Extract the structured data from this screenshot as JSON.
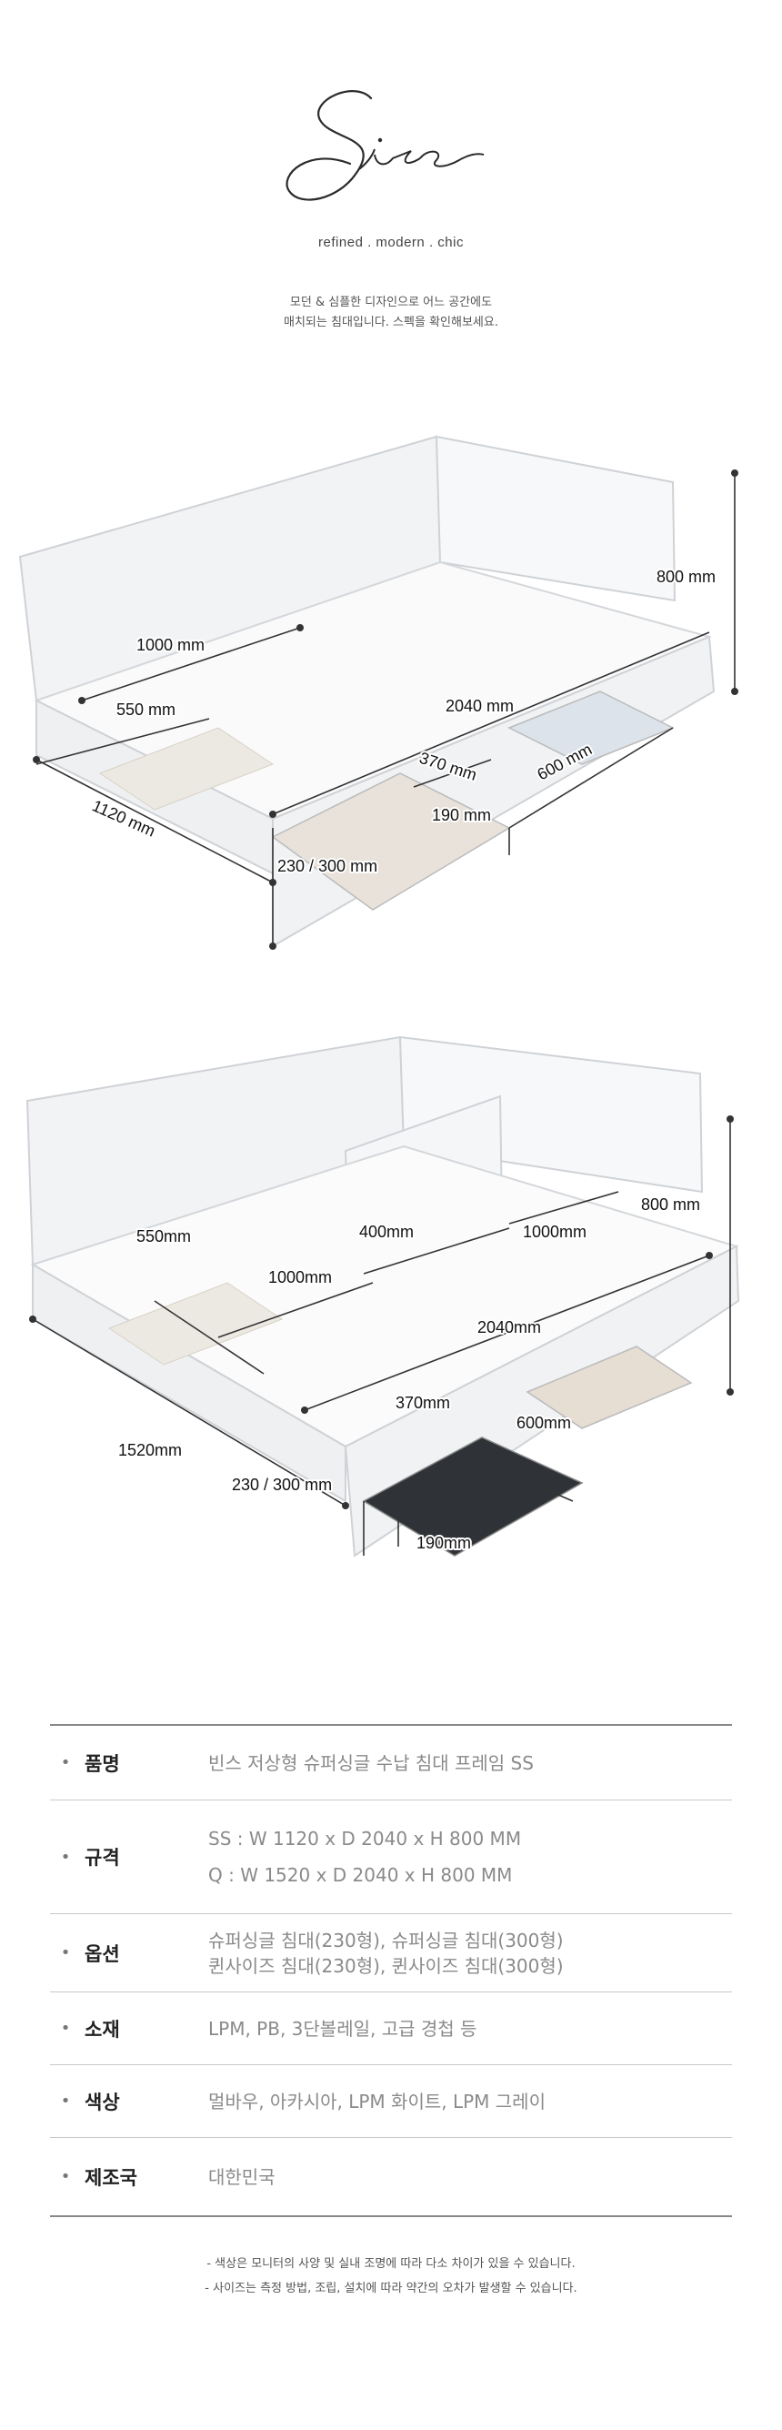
{
  "header": {
    "script_title": "Size",
    "tagline": "refined . modern . chic",
    "intro_lines": [
      "모던 & 심플한 디자인으로 어느 공간에도",
      "매치되는 침대입니다. 스펙을 확인해보세요."
    ]
  },
  "figure_ss": {
    "dims": {
      "height": "800 mm",
      "length_top": "1000 mm",
      "depth_left": "550 mm",
      "length": "2040 mm",
      "drawer_depth": "370 mm",
      "drawer_length": "600 mm",
      "drawer_height": "190 mm",
      "drawer_width": "230 / 300 mm",
      "width": "1120 mm"
    }
  },
  "figure_q": {
    "dims": {
      "height": "800 mm",
      "depth_left": "550mm",
      "length_mid": "1000mm",
      "partition": "400mm",
      "length_right": "1000mm",
      "length": "2040mm",
      "drawer_depth": "370mm",
      "drawer_length": "600mm",
      "width": "1520mm",
      "drawer_width": "230 / 300 mm",
      "drawer_height": "190mm"
    }
  },
  "spec": {
    "bullet": "•",
    "rows": [
      {
        "label": "품명",
        "lines": [
          "빈스 저상형 슈퍼싱글 수납 침대 프레임 SS"
        ]
      },
      {
        "label": "규격",
        "lines": [
          "SS : W 1120 x D 2040 x H 800 MM",
          "Q : W 1520 x D 2040 x H 800 MM"
        ]
      },
      {
        "label": "옵션",
        "lines": [
          "슈퍼싱글 침대(230형), 슈퍼싱글 침대(300형)",
          "퀸사이즈 침대(230형), 퀸사이즈 침대(300형)"
        ]
      },
      {
        "label": "소재",
        "lines": [
          "LPM, PB, 3단볼레일, 고급 경첩 등"
        ]
      },
      {
        "label": "색상",
        "lines": [
          "멀바우, 아카시아, LPM 화이트, LPM 그레이"
        ]
      },
      {
        "label": "제조국",
        "lines": [
          "대한민국"
        ]
      }
    ]
  },
  "notes": [
    "- 색상은 모니터의 사양 및 실내 조명에 따라 다소 차이가 있을 수 있습니다.",
    "- 사이즈는 측정 방법, 조립, 설치에 따라 약간의 오차가 발생할 수 있습니다."
  ],
  "colors": {
    "line": "#333333",
    "panel": "#f4f5f6",
    "panel_edge": "#cfd2d6",
    "divider": "#888888"
  }
}
